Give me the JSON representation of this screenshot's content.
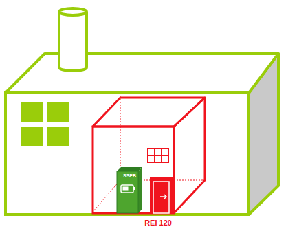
{
  "diagram": {
    "nodes": [
      {
        "text": [
          "REI 120"
        ]
      },
      {
        "text": [
          "SSEB"
        ],
        "in": 0
      }
    ]
  }
}
